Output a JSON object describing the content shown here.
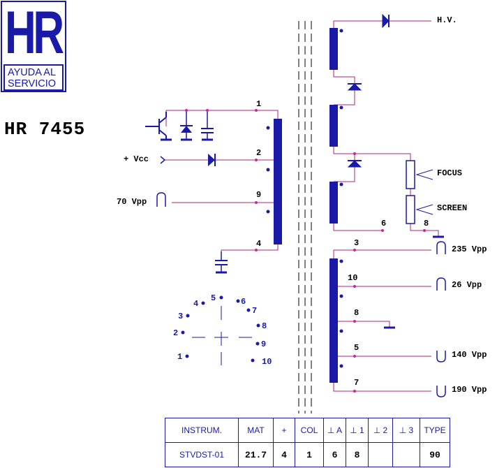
{
  "logo": {
    "letters": "HR",
    "line1": "AYUDA AL",
    "line2": "SERVICIO"
  },
  "model": "HR 7455",
  "primary": {
    "pin1": "1",
    "pin2": "2",
    "pin9": "9",
    "pin4": "4",
    "vcc_label": "+ Vcc",
    "vpp70_label": "70 Vpp"
  },
  "secondary": {
    "hv_label": "H.V.",
    "focus_label": "FOCUS",
    "screen_label": "SCREEN",
    "pin6": "6",
    "pin8": "8",
    "pin3": "3",
    "pin10": "10",
    "pin8b": "8",
    "pin5": "5",
    "pin7": "7",
    "vpp235_label": "235 Vpp",
    "vpp26_label": "26 Vpp",
    "vpp140_label": "140 Vpp",
    "vpp190_label": "190 Vpp"
  },
  "pinout": [
    "1",
    "2",
    "3",
    "4",
    "5",
    "6",
    "7",
    "8",
    "9",
    "10"
  ],
  "table": {
    "headers": [
      "INSTRUM.",
      "MAT",
      "+",
      "COL",
      "⊥ A",
      "⊥ 1",
      "⊥ 2",
      "⊥ 3",
      "TYPE"
    ],
    "values": [
      "STVDST-01",
      "21.7",
      "4",
      "1",
      "6",
      "8",
      "",
      "",
      "90"
    ]
  },
  "colors": {
    "component": "#1a1aa8",
    "wire": "#b0207a",
    "text": "#000000"
  }
}
